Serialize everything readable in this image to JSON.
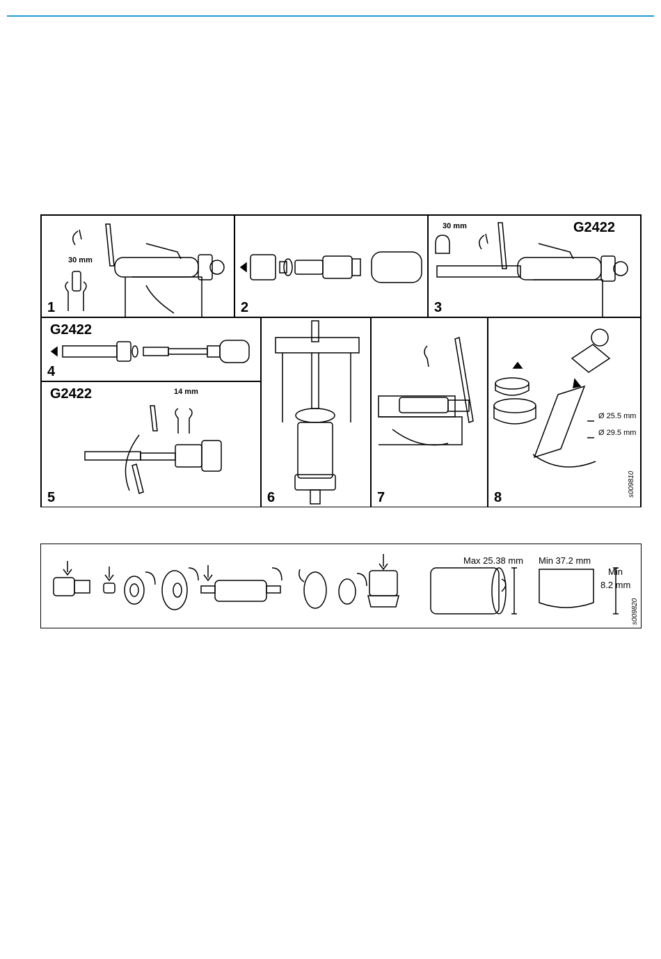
{
  "header": {
    "rule_color": "#1e9ad6"
  },
  "figure1": {
    "panels": [
      {
        "number": "1",
        "tag": "",
        "dimension": "30 mm"
      },
      {
        "number": "2",
        "tag": "",
        "dimension": ""
      },
      {
        "number": "3",
        "tag": "G2422",
        "dimension": "30 mm"
      },
      {
        "number": "4",
        "tag": "G2422",
        "dimension": ""
      },
      {
        "number": "5",
        "tag": "G2422",
        "dimension": "14 mm"
      },
      {
        "number": "6",
        "tag": "",
        "dimension": ""
      },
      {
        "number": "7",
        "tag": "",
        "dimension": ""
      },
      {
        "number": "8",
        "tag": "",
        "dimension": ""
      }
    ],
    "dia_inner": "Ø 25.5 mm",
    "dia_outer": "Ø 29.5 mm",
    "code": "s009810"
  },
  "figure2": {
    "max_dia": "Max 25.38 mm",
    "min_len": "Min 37.2 mm",
    "min_label": "Min",
    "min_height": "8.2 mm",
    "code": "s009820"
  }
}
